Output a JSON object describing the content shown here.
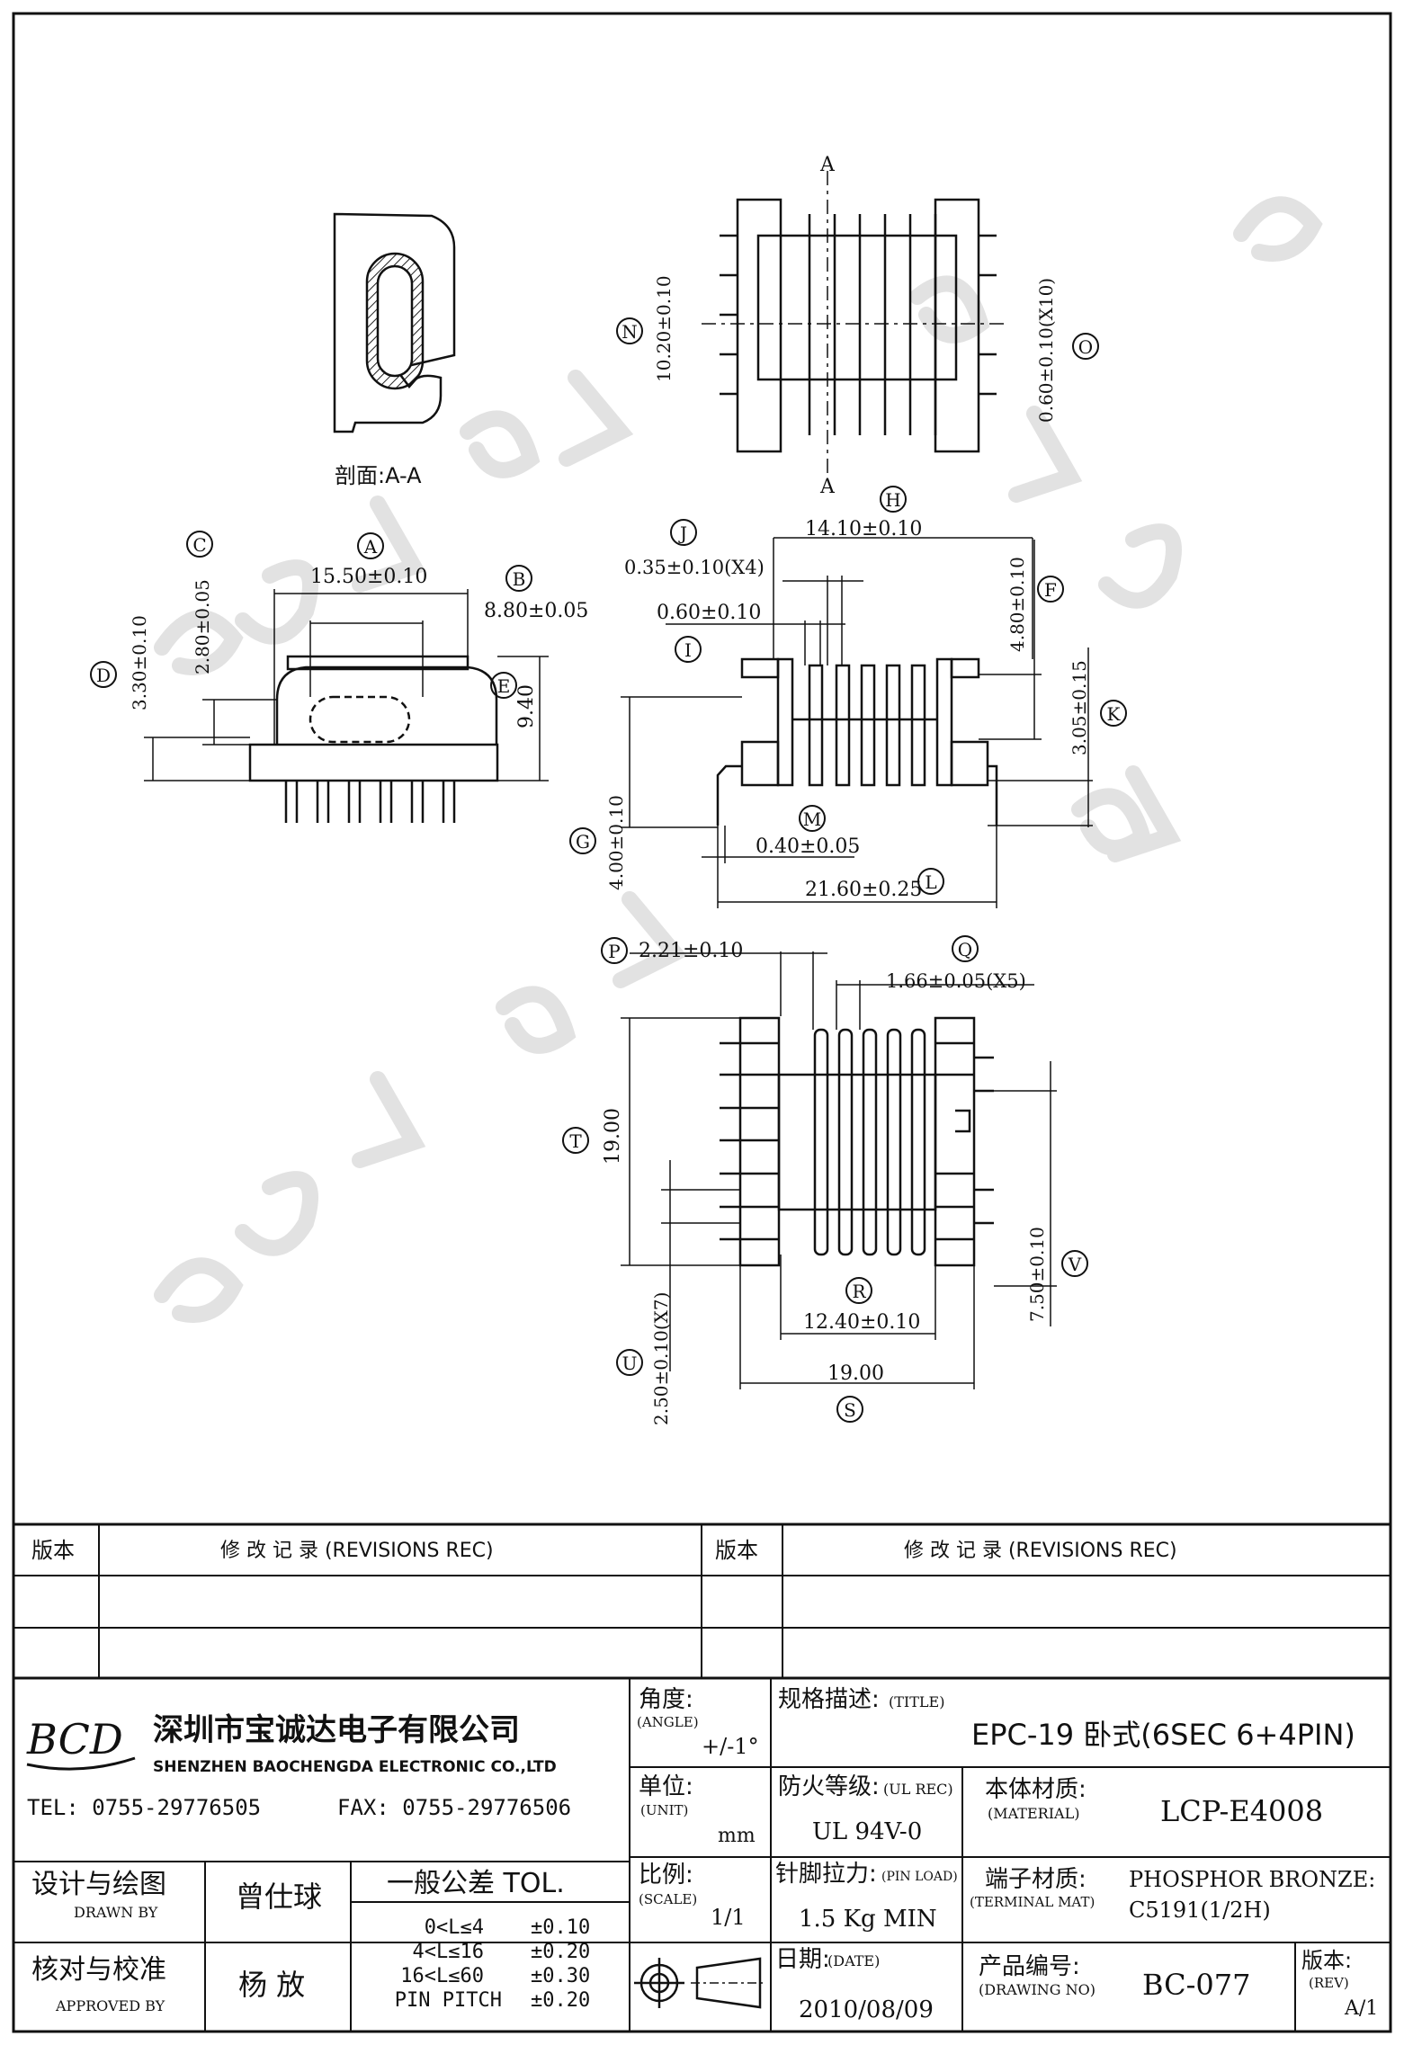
{
  "section_label": "剖面:A-A",
  "section_marker": "A",
  "dimensions": [
    {
      "letter": "A",
      "value": "15.50±0.10"
    },
    {
      "letter": "B",
      "value": "8.80±0.05"
    },
    {
      "letter": "C",
      "value": "2.80±0.05"
    },
    {
      "letter": "D",
      "value": "3.30±0.10"
    },
    {
      "letter": "E",
      "value": "9.40"
    },
    {
      "letter": "F",
      "value": "4.80±0.10"
    },
    {
      "letter": "G",
      "value": "4.00±0.10"
    },
    {
      "letter": "H",
      "value": "14.10±0.10"
    },
    {
      "letter": "I",
      "value": "0.60±0.10"
    },
    {
      "letter": "J",
      "value": "0.35±0.10(X4)"
    },
    {
      "letter": "K",
      "value": "3.05±0.15"
    },
    {
      "letter": "L",
      "value": "21.60±0.25"
    },
    {
      "letter": "M",
      "value": "0.40±0.05"
    },
    {
      "letter": "N",
      "value": "10.20±0.10"
    },
    {
      "letter": "O",
      "value": "0.60±0.10(X10)"
    },
    {
      "letter": "P",
      "value": "2.21±0.10"
    },
    {
      "letter": "Q",
      "value": "1.66±0.05(X5)"
    },
    {
      "letter": "R",
      "value": "12.40±0.10"
    },
    {
      "letter": "S",
      "value": "19.00"
    },
    {
      "letter": "T",
      "value": "19.00"
    },
    {
      "letter": "U",
      "value": "2.50±0.10(X7)"
    },
    {
      "letter": "V",
      "value": "7.50±0.10"
    }
  ],
  "revisions": {
    "version_header": "版本",
    "record_header": "修 改 记 录 (REVISIONS REC)"
  },
  "company": {
    "logo_text": "BCD",
    "name_cn": "深圳市宝诚达电子有限公司",
    "name_en": "SHENZHEN BAOCHENGDA ELECTRONIC CO.,LTD",
    "tel": "TEL: 0755-29776505",
    "fax": "FAX: 0755-29776506"
  },
  "title_block": {
    "angle_label": "角度:",
    "angle_label_en": "(ANGLE)",
    "angle_value": "+/-1°",
    "title_label": "规格描述:",
    "title_label_en": "(TITLE)",
    "title_value": "EPC-19 卧式(6SEC 6+4PIN)",
    "unit_label": "单位:",
    "unit_label_en": "(UNIT)",
    "unit_value": "mm",
    "ul_label": "防火等级:",
    "ul_label_en": "(UL REC)",
    "ul_value": "UL 94V-0",
    "material_label": "本体材质:",
    "material_label_en": "(MATERIAL)",
    "material_value": "LCP-E4008",
    "scale_label": "比例:",
    "scale_label_en": "(SCALE)",
    "scale_value": "1/1",
    "pinload_label": "针脚拉力:",
    "pinload_label_en": "(PIN LOAD)",
    "pinload_value": "1.5 Kg MIN",
    "terminal_label": "端子材质:",
    "terminal_label_en": "(TERMINAL MAT)",
    "terminal_value_1": "PHOSPHOR BRONZE:",
    "terminal_value_2": "C5191(1/2H)",
    "date_label": "日期:",
    "date_label_en": "(DATE)",
    "date_value": "2010/08/09",
    "drawing_no_label": "产品编号:",
    "drawing_no_label_en": "(DRAWING NO)",
    "drawing_no_value": "BC-077",
    "rev_label": "版本:",
    "rev_label_en": "(REV)",
    "rev_value": "A/1",
    "drawn_label": "设计与绘图",
    "drawn_label_en": "DRAWN BY",
    "drawn_name": "曾仕球",
    "approved_label": "核对与校准",
    "approved_label_en": "APPROVED BY",
    "approved_name": "杨 放",
    "tol_title": "一般公差 TOL.",
    "tolerances": [
      {
        "range": "0<L≤4",
        "value": "±0.10"
      },
      {
        "range": "4<L≤16",
        "value": "±0.20"
      },
      {
        "range": "16<L≤60",
        "value": "±0.30"
      },
      {
        "range": "PIN PITCH",
        "value": "±0.20"
      }
    ]
  },
  "colors": {
    "ink": "#111111",
    "watermark": "#e3e3e3",
    "hatch": "#222222"
  }
}
